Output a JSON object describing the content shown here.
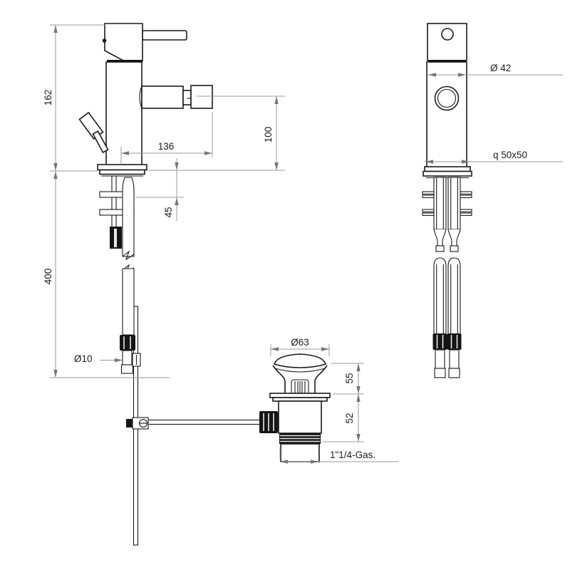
{
  "drawing_title": "bidet-mixer-technical-drawing",
  "colors": {
    "background": "#ffffff",
    "outline": "#1a1a1a",
    "dimension_line": "#9a9a9a",
    "dimension_text": "#1c1c1c"
  },
  "views": {
    "front": {
      "name": "front-view-with-pop-up-waste-rod",
      "dims": {
        "total_height": "162",
        "rod_length": "400",
        "spout_reach": "136",
        "spout_height": "100",
        "under_deck": "45",
        "rod_diameter": "Ø10"
      }
    },
    "side": {
      "name": "side-view-with-supply-hoses",
      "dims": {
        "body_diameter": "Ø  42",
        "base_square": "q  50x50"
      }
    },
    "drain": {
      "name": "pop-up-waste-detail",
      "dims": {
        "cap_diameter": "Ø63",
        "upper_height": "55",
        "lower_height": "52",
        "thread": "1\"1/4-Gas."
      }
    }
  }
}
